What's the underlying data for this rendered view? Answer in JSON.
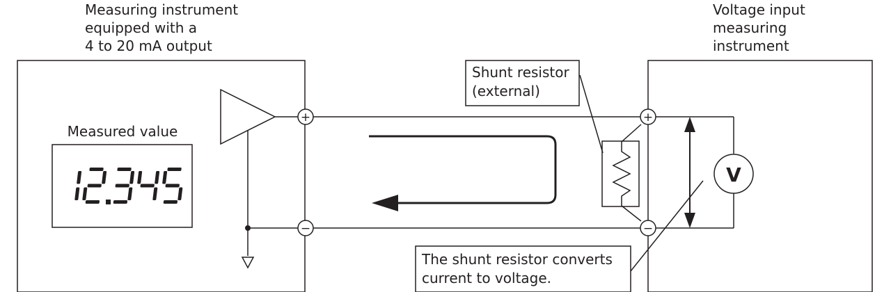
{
  "instrument_left": {
    "title_lines": [
      "Measuring instrument",
      "equipped with a",
      "4 to 20 mA output"
    ],
    "display_label": "Measured value",
    "display_value": "12.345"
  },
  "instrument_right": {
    "title_lines": [
      "Voltage input",
      "measuring",
      "instrument"
    ],
    "meter_symbol": "V"
  },
  "shunt": {
    "label_lines": [
      "Shunt resistor",
      "(external)"
    ]
  },
  "note": {
    "lines": [
      "The shunt resistor converts",
      "current to voltage."
    ]
  },
  "terminals": {
    "positive": "+",
    "negative": "−"
  },
  "icons": [
    "amplifier-icon",
    "ground-icon",
    "resistor-icon",
    "voltmeter-icon",
    "current-flow-arrow-icon",
    "voltage-arrow-icon"
  ],
  "colors": {
    "ink": "#231f20",
    "background": "#ffffff"
  }
}
